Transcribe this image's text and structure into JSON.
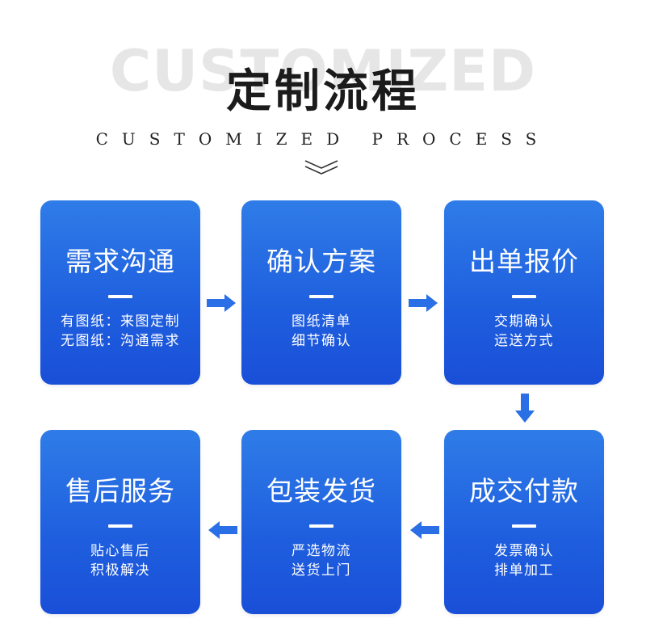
{
  "header": {
    "bg_word": "CUSTOMIZED",
    "title": "定制流程",
    "subtitle": "CUSTOMIZED PROCESS",
    "chevron_icon": "double-chevron-down-icon"
  },
  "colors": {
    "card_top": "#2f7ce8",
    "card_bottom": "#1a4fd8",
    "arrow": "#2a6fe6",
    "title": "#1b1b1b",
    "watermark": "#e6e6e6"
  },
  "steps": [
    {
      "title": "需求沟通",
      "line1": "有图纸：来图定制",
      "line2": "无图纸：沟通需求"
    },
    {
      "title": "确认方案",
      "line1": "图纸清单",
      "line2": "细节确认"
    },
    {
      "title": "出单报价",
      "line1": "交期确认",
      "line2": "运送方式"
    },
    {
      "title": "成交付款",
      "line1": "发票确认",
      "line2": "排单加工"
    },
    {
      "title": "包装发货",
      "line1": "严选物流",
      "line2": "送货上门"
    },
    {
      "title": "售后服务",
      "line1": "贴心售后",
      "line2": "积极解决"
    }
  ]
}
